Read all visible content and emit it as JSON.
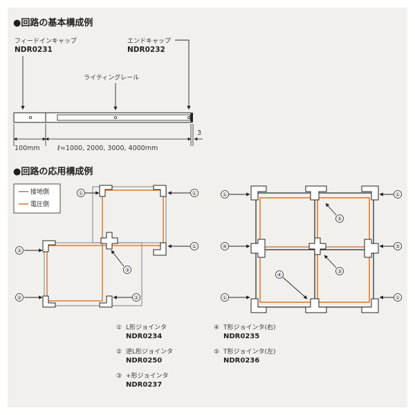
{
  "sections": {
    "basic_title": "●回路の基本構成例",
    "applied_title": "●回路の応用構成例"
  },
  "basic": {
    "feed_in_cap": {
      "name": "フィードインキャップ",
      "code": "NDR0231"
    },
    "end_cap": {
      "name": "エンドキャップ",
      "code": "NDR0232"
    },
    "rail": {
      "name": "ライティングレール"
    },
    "dims": {
      "cap_length": "100mm",
      "rail_length": "ℓ=1000, 2000, 3000, 4000mm",
      "end": "3"
    }
  },
  "legend": {
    "ground": {
      "label": "接地側",
      "color": "#8c8c8c"
    },
    "voltage": {
      "label": "電圧側",
      "color": "#e07a2f"
    }
  },
  "markers": [
    "①",
    "②",
    "③",
    "④",
    "⑤"
  ],
  "key": [
    {
      "num": "①",
      "name": "L形ジョインタ",
      "code": "NDR0234"
    },
    {
      "num": "②",
      "name": "逆L形ジョインタ",
      "code": "NDR0250"
    },
    {
      "num": "③",
      "name": "+形ジョインタ",
      "code": "NDR0237"
    },
    {
      "num": "④",
      "name": "T形ジョインタ(右)",
      "code": "NDR0235"
    },
    {
      "num": "⑤",
      "name": "T形ジョインタ(左)",
      "code": "NDR0236"
    }
  ]
}
